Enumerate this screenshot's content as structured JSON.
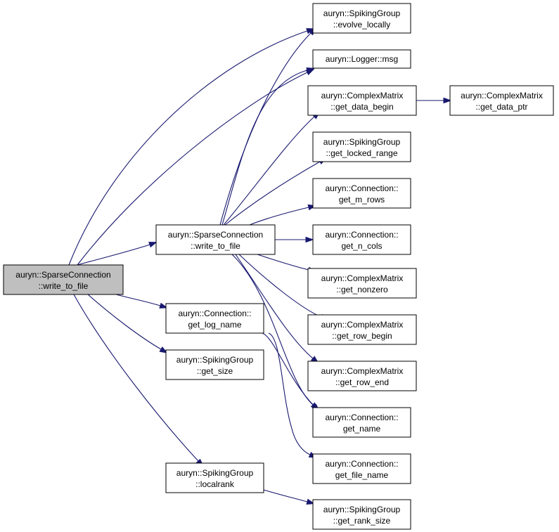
{
  "graph": {
    "edge_color": "#191970",
    "root_fill": "#bfbfbf",
    "nodes": [
      {
        "id": "root",
        "line1": "auryn::SparseConnection",
        "line2": "::write_to_file",
        "root": true
      },
      {
        "id": "wtf2",
        "line1": "auryn::SparseConnection",
        "line2": "::write_to_file"
      },
      {
        "id": "logname",
        "line1": "auryn::Connection::",
        "line2": "get_log_name"
      },
      {
        "id": "getsize",
        "line1": "auryn::SpikingGroup",
        "line2": "::get_size"
      },
      {
        "id": "localrank",
        "line1": "auryn::SpikingGroup",
        "line2": "::localrank"
      },
      {
        "id": "evolve",
        "line1": "auryn::SpikingGroup",
        "line2": "::evolve_locally"
      },
      {
        "id": "msg",
        "line1": "auryn::Logger::msg",
        "line2": ""
      },
      {
        "id": "databegin",
        "line1": "auryn::ComplexMatrix",
        "line2": "::get_data_begin"
      },
      {
        "id": "dataptr",
        "line1": "auryn::ComplexMatrix",
        "line2": "::get_data_ptr"
      },
      {
        "id": "locked",
        "line1": "auryn::SpikingGroup",
        "line2": "::get_locked_range"
      },
      {
        "id": "mrows",
        "line1": "auryn::Connection::",
        "line2": "get_m_rows"
      },
      {
        "id": "ncols",
        "line1": "auryn::Connection::",
        "line2": "get_n_cols"
      },
      {
        "id": "nonzero",
        "line1": "auryn::ComplexMatrix",
        "line2": "::get_nonzero"
      },
      {
        "id": "rowbegin",
        "line1": "auryn::ComplexMatrix",
        "line2": "::get_row_begin"
      },
      {
        "id": "rowend",
        "line1": "auryn::ComplexMatrix",
        "line2": "::get_row_end"
      },
      {
        "id": "getname",
        "line1": "auryn::Connection::",
        "line2": "get_name"
      },
      {
        "id": "filename",
        "line1": "auryn::Connection::",
        "line2": "get_file_name"
      },
      {
        "id": "ranksize",
        "line1": "auryn::SpikingGroup",
        "line2": "::get_rank_size"
      }
    ],
    "edges": [
      {
        "from": "root",
        "to": "wtf2"
      },
      {
        "from": "root",
        "to": "logname"
      },
      {
        "from": "root",
        "to": "getsize"
      },
      {
        "from": "root",
        "to": "localrank"
      },
      {
        "from": "root",
        "to": "evolve"
      },
      {
        "from": "root",
        "to": "msg"
      },
      {
        "from": "wtf2",
        "to": "evolve"
      },
      {
        "from": "wtf2",
        "to": "msg"
      },
      {
        "from": "wtf2",
        "to": "databegin"
      },
      {
        "from": "wtf2",
        "to": "locked"
      },
      {
        "from": "wtf2",
        "to": "mrows"
      },
      {
        "from": "wtf2",
        "to": "ncols"
      },
      {
        "from": "wtf2",
        "to": "nonzero"
      },
      {
        "from": "wtf2",
        "to": "rowbegin"
      },
      {
        "from": "wtf2",
        "to": "rowend"
      },
      {
        "from": "wtf2",
        "to": "getname"
      },
      {
        "from": "databegin",
        "to": "dataptr"
      },
      {
        "from": "logname",
        "to": "getname"
      },
      {
        "from": "logname",
        "to": "filename"
      },
      {
        "from": "localrank",
        "to": "ranksize"
      }
    ]
  }
}
